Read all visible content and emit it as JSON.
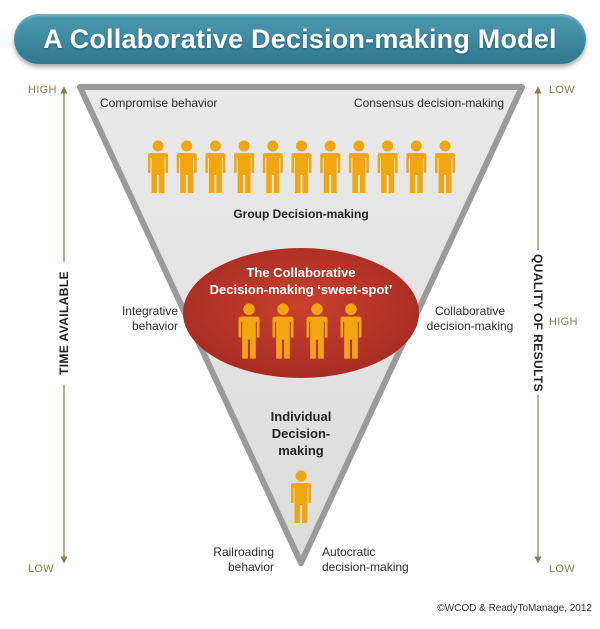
{
  "title": "A Collaborative Decision-making Model",
  "left_axis": {
    "title": "TIME AVAILABLE",
    "top": "HIGH",
    "bottom": "LOW"
  },
  "right_axis": {
    "title": "QUALITY OF RESULTS",
    "top": "LOW",
    "middle": "HIGH",
    "bottom": "LOW"
  },
  "corners": {
    "top_left": "Compromise behavior",
    "top_right": "Consensus decision-making",
    "mid_left_1": "Integrative",
    "mid_left_2": "behavior",
    "mid_right_1": "Collaborative",
    "mid_right_2": "decision-making",
    "bottom_left_1": "Railroading",
    "bottom_left_2": "behavior",
    "bottom_right_1": "Autocratic",
    "bottom_right_2": "decision-making"
  },
  "group": {
    "caption": "Group Decision-making",
    "people_count": 11
  },
  "sweet_spot": {
    "line1": "The Collaborative",
    "line2": "Decision-making ‘sweet-spot’",
    "people_count": 4
  },
  "individual": {
    "line1": "Individual",
    "line2": "Decision-",
    "line3": "making",
    "people_count": 1
  },
  "copyright": "©WCOD & ReadyToManage, 2012",
  "colors": {
    "banner": "#3f8aa2",
    "triangle_fill": "#e6e6e6",
    "triangle_stroke": "#9a9a9a",
    "ellipse": "#b8352a",
    "person": "#f2a50c",
    "axis": "#8a7d52"
  }
}
